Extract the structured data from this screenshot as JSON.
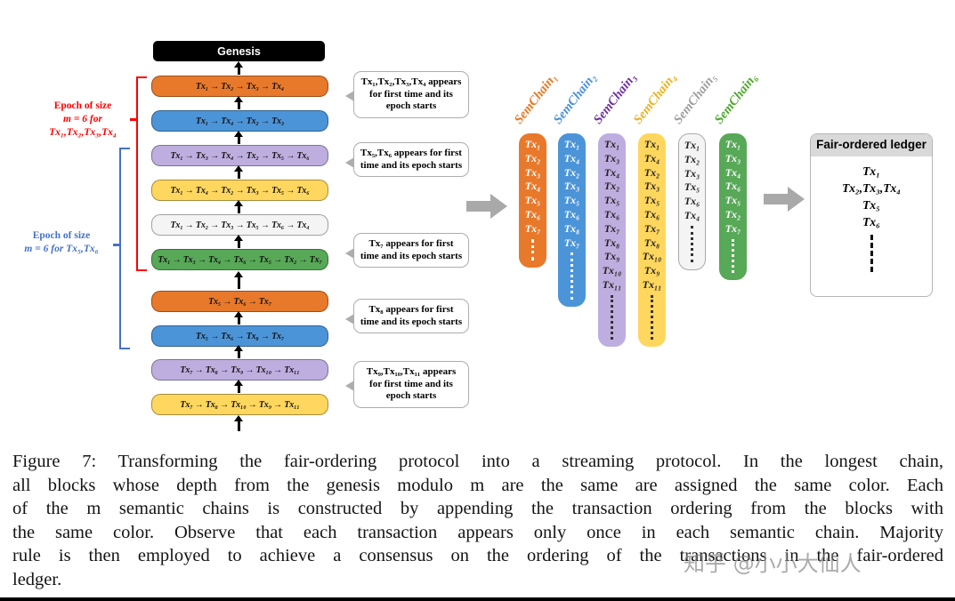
{
  "colors": {
    "orange": "#E8792B",
    "blue": "#4C94D8",
    "purple": "#BEAEDF",
    "yellow": "#FFD75E",
    "white_block": "#F4F4F4",
    "green": "#57A857",
    "genesis_black": "#000000",
    "epoch_red": "#FF0000",
    "epoch_blue": "#4472C4",
    "flow_arrow_gray": "#A9A9A9",
    "semchain_label_colors": [
      "#E87722",
      "#4A90D9",
      "#7030A0",
      "#EDB120",
      "#9E9E9E",
      "#4EA72E"
    ]
  },
  "genesis_label": "Genesis",
  "chain_blocks": [
    "Tx₁ → Tx₂ → Tx₃ → Tx₄",
    "Tx₁ → Tx₄ → Tx₂ → Tx₃",
    "Tx₁ → Tx₃ → Tx₄ → Tx₂ → Tx₅ → Tx₆",
    "Tx₁ → Tx₄ → Tx₂ → Tx₃ → Tx₅ → Tx₆",
    "Tx₁ → Tx₂ → Tx₃ → Tx₅ → Tx₆ → Tx₄",
    "Tx₁ → Tx₃ → Tx₄ → Tx₆ → Tx₅ → Tx₂ → Tx₇",
    "Tx₅ → Tx₆ → Tx₇",
    "Tx₅ → Tx₆ → Tx₈ → Tx₇",
    "Tx₇ → Tx₈ → Tx₉ → Tx₁₀ → Tx₁₁",
    "Tx₇ → Tx₈ → Tx₁₀ → Tx₉ → Tx₁₁"
  ],
  "epoch_red": {
    "line1": "Epoch of size",
    "line2": "m = 6 for",
    "line3": "Tx₁,Tx₂,Tx₃,Tx₄"
  },
  "epoch_blue": {
    "line1": "Epoch of size",
    "line2": "m = 6 for Tx₅,Tx₆"
  },
  "callouts": [
    "Tx₁,Tx₂,Tx₃,Tx₄ appears for first time and its epoch starts",
    "Tx₅,Tx₆ appears for first time and its epoch starts",
    "Tx₇ appears for first time and its epoch starts",
    "Tx₈ appears for first time and its epoch starts",
    "Tx₉,Tx₁₀,Tx₁₁ appears for first time and its epoch starts"
  ],
  "sem_chains": [
    {
      "label": "SemChain₁",
      "entries": [
        "Tx₁",
        "Tx₂",
        "Tx₃",
        "Tx₄",
        "Tx₅",
        "Tx₆",
        "Tx₇"
      ]
    },
    {
      "label": "SemChain₂",
      "entries": [
        "Tx₁",
        "Tx₄",
        "Tx₂",
        "Tx₃",
        "Tx₅",
        "Tx₆",
        "Tx₈",
        "Tx₇"
      ]
    },
    {
      "label": "SemChain₃",
      "entries": [
        "Tx₁",
        "Tx₃",
        "Tx₄",
        "Tx₂",
        "Tx₅",
        "Tx₆",
        "Tx₇",
        "Tx₈",
        "Tx₉",
        "Tx₁₀",
        "Tx₁₁"
      ]
    },
    {
      "label": "SemChain₄",
      "entries": [
        "Tx₁",
        "Tx₄",
        "Tx₂",
        "Tx₃",
        "Tx₅",
        "Tx₆",
        "Tx₇",
        "Tx₈",
        "Tx₁₀",
        "Tx₉",
        "Tx₁₁"
      ]
    },
    {
      "label": "SemChain₅",
      "entries": [
        "Tx₁",
        "Tx₂",
        "Tx₃",
        "Tx₅",
        "Tx₆",
        "Tx₄"
      ]
    },
    {
      "label": "SemChain₆",
      "entries": [
        "Tx₁",
        "Tx₃",
        "Tx₄",
        "Tx₆",
        "Tx₅",
        "Tx₂",
        "Tx₇"
      ]
    }
  ],
  "ledger": {
    "title": "Fair-ordered ledger",
    "entries": [
      "Tx₁",
      "Tx₂,Tx₃,Tx₄",
      "Tx₅",
      "Tx₆"
    ]
  },
  "caption_lines": [
    "Figure 7: Transforming the fair-ordering protocol into a streaming protocol. In the longest chain,",
    "all blocks whose depth from the genesis modulo m are the same are assigned the same color. Each",
    "of the m semantic chains is constructed by appending the transaction ordering from the blocks with",
    "the same color. Observe that each transaction appears only once in each semantic chain. Majority",
    "rule is then employed to achieve a consensus on the ordering of the transactions in the fair-ordered",
    "ledger."
  ],
  "watermark": "知乎 @小小大仙人"
}
